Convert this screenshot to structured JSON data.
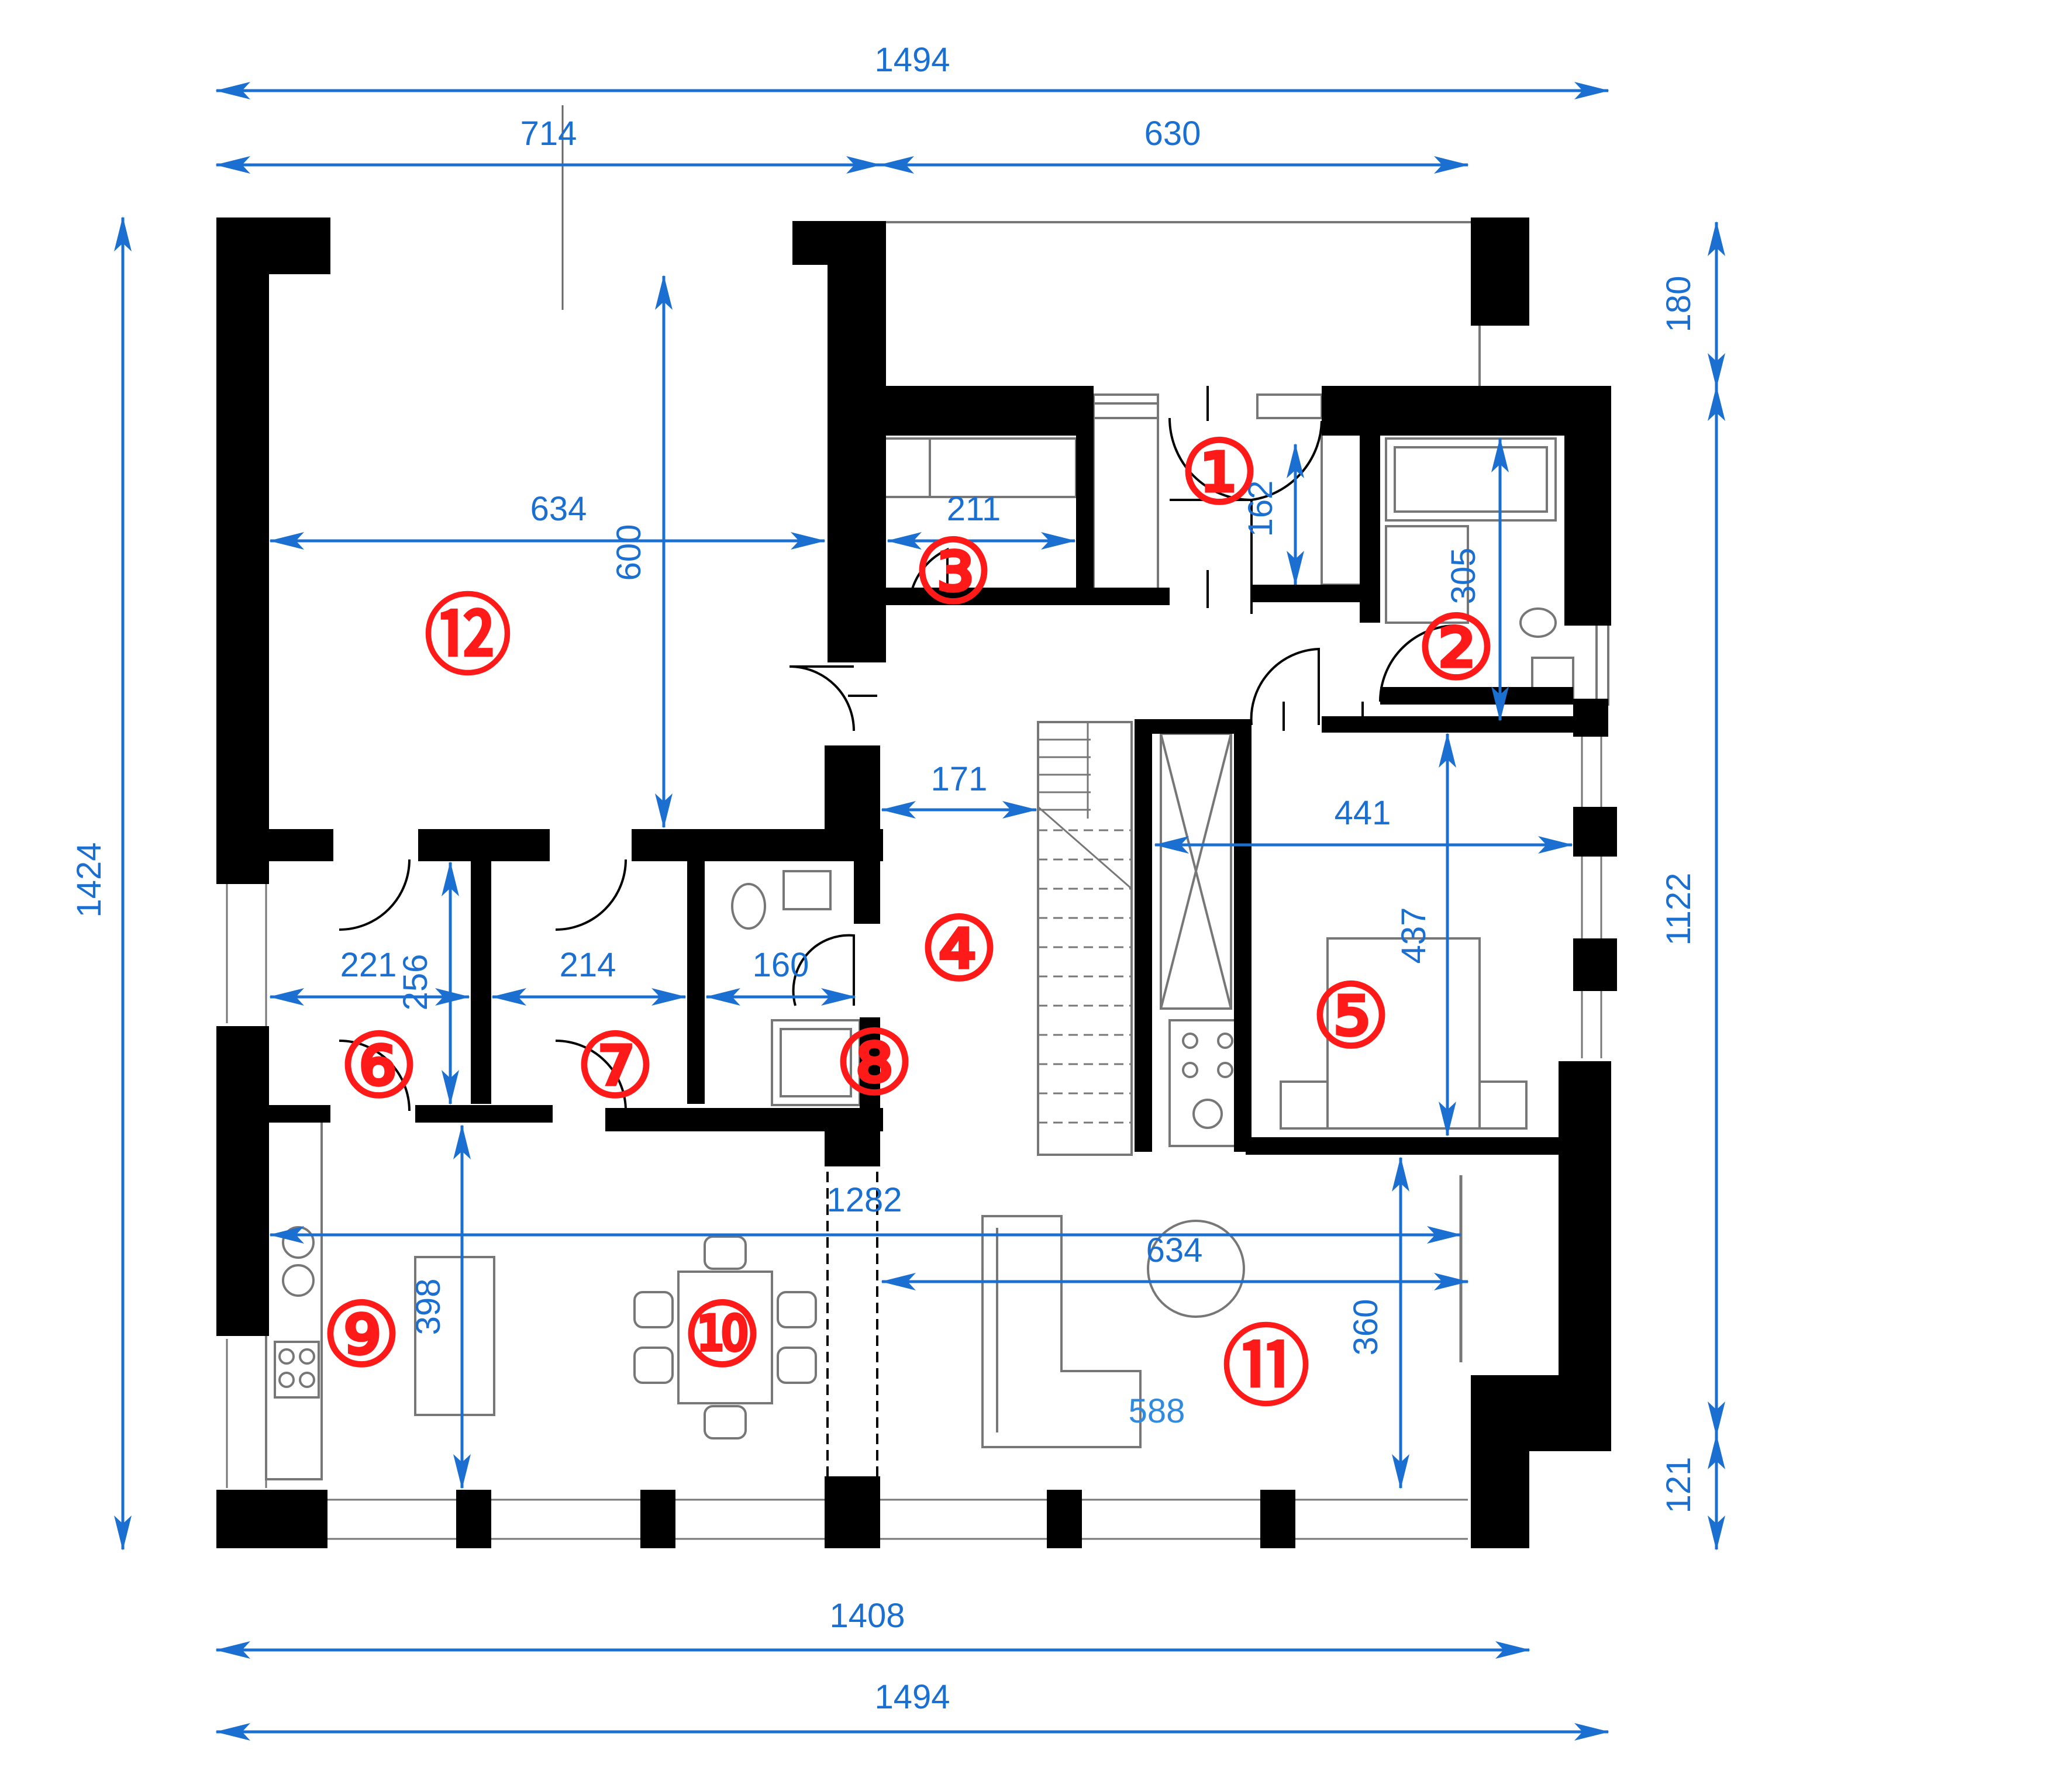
{
  "colors": {
    "wall": "#000000",
    "dimension": "#1a6fd1",
    "dimension_alt": "#2f8ae0",
    "room_label": "#ff1a1a",
    "furniture": "#777777"
  },
  "dimensions": {
    "top_overall": "1494",
    "top_left": "714",
    "top_right": "630",
    "left_overall": "1424",
    "right_top": "180",
    "right_middle": "1122",
    "right_bottom": "121",
    "bottom_inner": "1408",
    "bottom_overall": "1494",
    "room12_width": "634",
    "room12_height": "600",
    "room3_width": "211",
    "room1_height": "162",
    "room2_height": "305",
    "hall_width": "171",
    "room5_width": "441",
    "room5_height": "437",
    "room6_width": "221",
    "room6_height": "256",
    "room7_width": "214",
    "room8_width": "160",
    "living_total_width": "1282",
    "room11_width": "634",
    "room9_height": "398",
    "room11_height": "360",
    "sofa_length": "588"
  },
  "rooms": {
    "r1": "①",
    "r2": "②",
    "r3": "③",
    "r4": "④",
    "r5": "⑤",
    "r6": "⑥",
    "r7": "⑦",
    "r8": "⑧",
    "r9": "⑨",
    "r10": "⑩",
    "r11": "⑪",
    "r12": "⑫"
  }
}
